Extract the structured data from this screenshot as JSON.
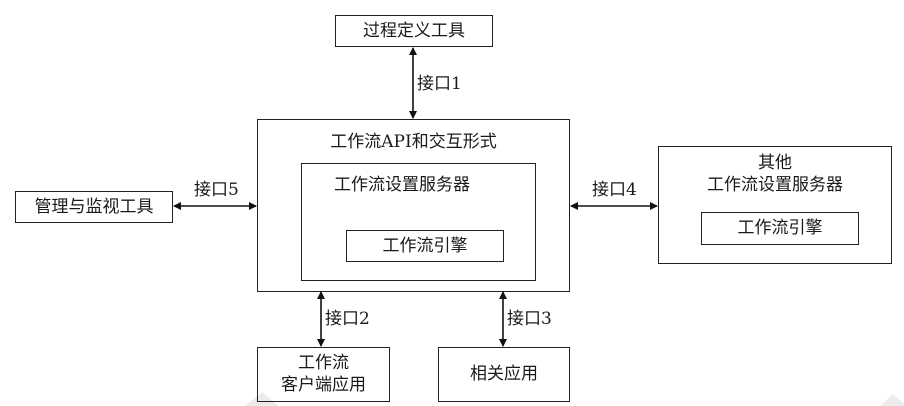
{
  "diagram": {
    "nodes": {
      "process_definition_tool": {
        "label": "过程定义工具"
      },
      "workflow_api": {
        "label": "工作流API和交互形式"
      },
      "workflow_server": {
        "label": "工作流设置服务器"
      },
      "workflow_engine": {
        "label": "工作流引擎"
      },
      "admin_monitor_tool": {
        "label": "管理与监视工具"
      },
      "other_server": {
        "line1": "其他",
        "line2": "工作流设置服务器"
      },
      "other_engine": {
        "label": "工作流引擎"
      },
      "client_app": {
        "line1": "工作流",
        "line2": "客户端应用"
      },
      "related_app": {
        "label": "相关应用"
      }
    },
    "interfaces": [
      {
        "id": "1",
        "label": "接口1",
        "from": "process_definition_tool",
        "to": "workflow_api",
        "direction": "bidirectional"
      },
      {
        "id": "2",
        "label": "接口2",
        "from": "workflow_api",
        "to": "client_app",
        "direction": "bidirectional"
      },
      {
        "id": "3",
        "label": "接口3",
        "from": "workflow_api",
        "to": "related_app",
        "direction": "bidirectional"
      },
      {
        "id": "4",
        "label": "接口4",
        "from": "workflow_api",
        "to": "other_server",
        "direction": "bidirectional"
      },
      {
        "id": "5",
        "label": "接口5",
        "from": "admin_monitor_tool",
        "to": "workflow_api",
        "direction": "bidirectional"
      }
    ]
  }
}
